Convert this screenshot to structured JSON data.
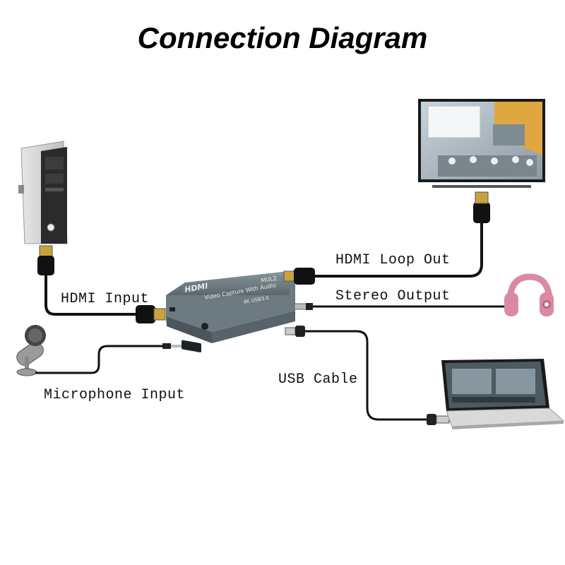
{
  "title": "Connection Diagram",
  "labels": {
    "hdmi_input": "HDMI Input",
    "microphone_input": "Microphone Input",
    "hdmi_loop_out": "HDMI Loop Out",
    "stereo_output": "Stereo Output",
    "usb_cable": "USB Cable"
  },
  "device": {
    "logo": "HDMI",
    "brand": "MULZ",
    "product_line": "Video Capture With Audio",
    "spec": "4K USB3.0"
  },
  "colors": {
    "device_body": "#6d7a80",
    "device_top": "#8a979c",
    "cable": "#111111"
  },
  "icons": [
    "desktop-tower-icon",
    "tv-icon",
    "headphones-icon",
    "laptop-icon",
    "microphone-icon"
  ]
}
